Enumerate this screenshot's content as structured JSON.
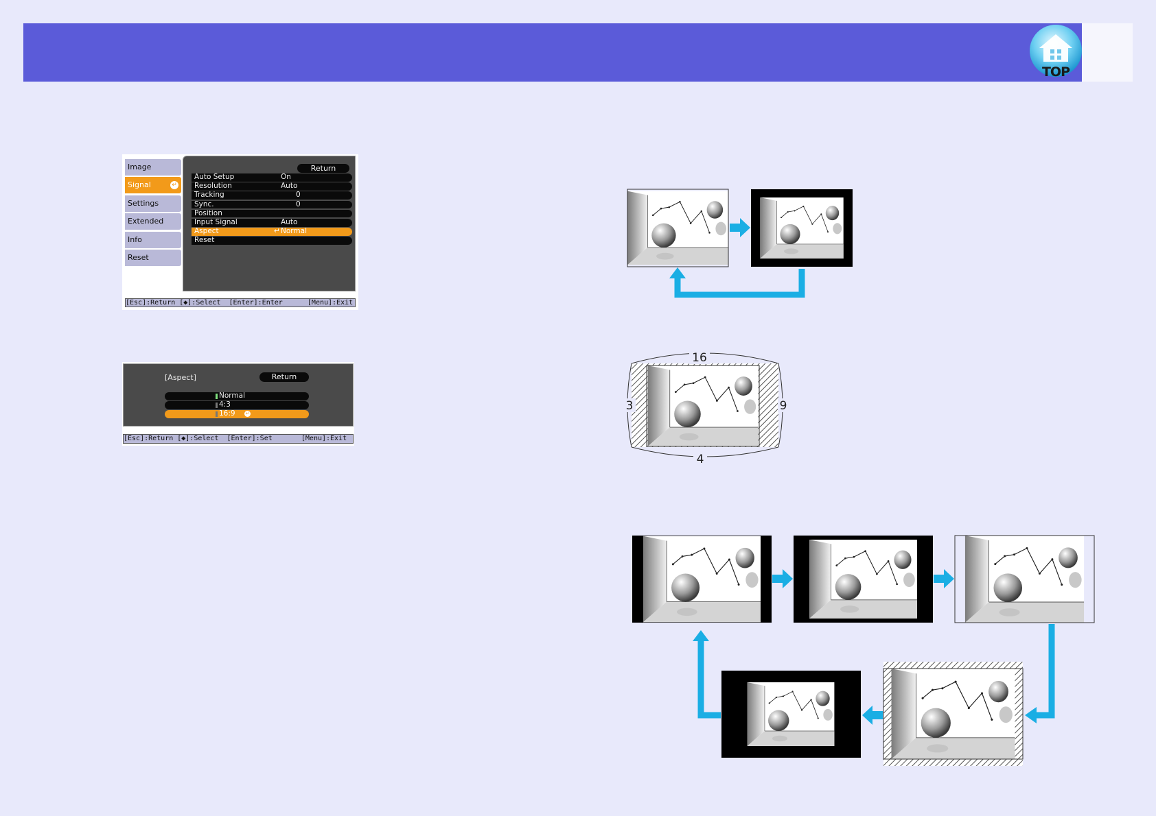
{
  "top_button": {
    "label": "TOP"
  },
  "signal_menu": {
    "sidebar": [
      {
        "label": "Image",
        "active": false
      },
      {
        "label": "Signal",
        "active": true
      },
      {
        "label": "Settings",
        "active": false
      },
      {
        "label": "Extended",
        "active": false
      },
      {
        "label": "Info",
        "active": false
      },
      {
        "label": "Reset",
        "active": false
      }
    ],
    "return_label": "Return",
    "rows": [
      {
        "label": "Auto Setup",
        "value": "On"
      },
      {
        "label": "Resolution",
        "value": "Auto"
      },
      {
        "label": "Tracking",
        "value": "0"
      },
      {
        "label": "Sync.",
        "value": "0"
      },
      {
        "label": "Position",
        "value": ""
      },
      {
        "label": "Input Signal",
        "value": "Auto"
      },
      {
        "label": "Aspect",
        "value": "Normal",
        "selected": true
      },
      {
        "label": "Reset",
        "value": ""
      }
    ],
    "footer": "[Esc]:Return [◆]:Select  [Enter]:Enter      [Menu]:Exit"
  },
  "aspect_menu": {
    "title": "[Aspect]",
    "return_label": "Return",
    "options": [
      {
        "label": "Normal",
        "checked": true,
        "selected": false
      },
      {
        "label": "4:3",
        "checked": false,
        "selected": false
      },
      {
        "label": "16:9",
        "checked": false,
        "selected": true
      }
    ],
    "footer": "[Esc]:Return [◆]:Select  [Enter]:Set       [Menu]:Exit"
  },
  "aspect_diagram": {
    "top": "16",
    "left": "3",
    "right": "9",
    "bottom": "4"
  },
  "colors": {
    "banner": "#5b5bd9",
    "page": "#e8e9fb",
    "arrow": "#1aaee4",
    "osd_selected": "#f29a1a",
    "osd_tab": "#b9b9d8"
  }
}
